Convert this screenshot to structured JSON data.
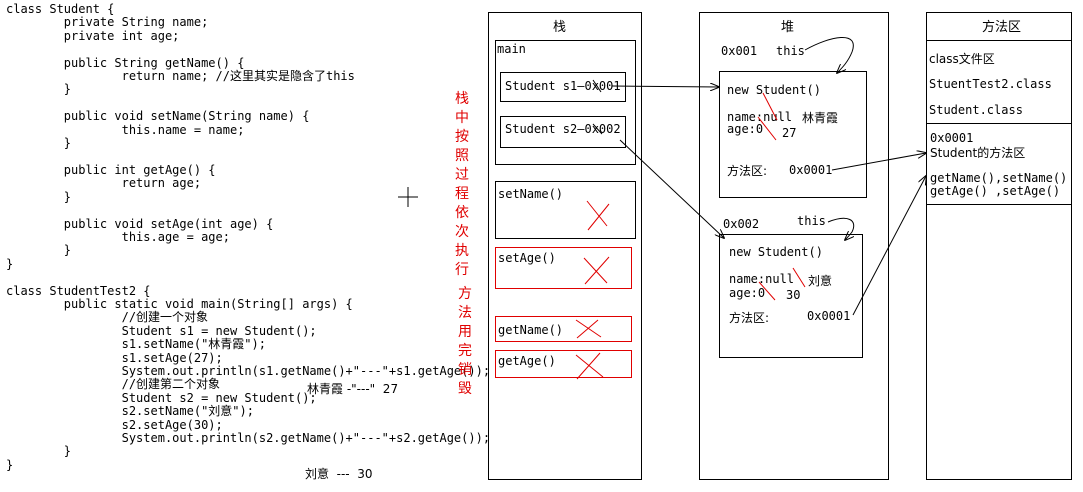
{
  "code_lines": [
    "class Student {",
    "\tprivate String name;",
    "\tprivate int age;",
    "",
    "\tpublic String getName() {",
    "\t\treturn name; //这里其实是隐含了this",
    "\t}",
    "",
    "\tpublic void setName(String name) {",
    "\t\tthis.name = name;",
    "\t}",
    "",
    "\tpublic int getAge() {",
    "\t\treturn age;",
    "\t}",
    "",
    "\tpublic void setAge(int age) {",
    "\t\tthis.age = age;",
    "\t}",
    "}",
    "",
    "class StudentTest2 {",
    "\tpublic static void main(String[] args) {",
    "\t\t//创建一个对象",
    "\t\tStudent s1 = new Student();",
    "\t\ts1.setName(\"林青霞\");",
    "\t\ts1.setAge(27);",
    "\t\tSystem.out.println(s1.getName()+\"---\"+s1.getAge());",
    "\t\t//创建第二个对象",
    "\t\tStudent s2 = new Student();",
    "\t\ts2.setName(\"刘意\");",
    "\t\ts2.setAge(30);",
    "\t\tSystem.out.println(s2.getName()+\"---\"+s2.getAge());",
    "\t}",
    "}"
  ],
  "output_notes": {
    "first": "林青霞 -\"---\"  27",
    "second": "刘意  ---  30"
  },
  "stack": {
    "title": "栈",
    "main_label": "main",
    "s1": "Student s1—0x001",
    "s2": "Student s2—0x002",
    "set_name": "setName()",
    "set_age": "setAge()",
    "get_name": "getName()",
    "get_age": "getAge()",
    "note_order": "栈中按照过程依次执行",
    "note_destroy": "方法用完销毁"
  },
  "heap": {
    "title": "堆",
    "obj1": {
      "addr": "0x001",
      "this": "this",
      "new": "new Student()",
      "name": "name:null",
      "name_value": "林青霞",
      "age": "age:0",
      "age_value": "27",
      "method_area": "方法区:",
      "method_addr": "0x0001"
    },
    "obj2": {
      "addr": "0x002",
      "this": "this",
      "new": "new Student()",
      "name": "name:null",
      "name_value": "刘意",
      "age": "age:0",
      "age_value": "30",
      "method_area": "方法区:",
      "method_addr": "0x0001"
    }
  },
  "method_area": {
    "title": "方法区",
    "class_files_label": "class文件区",
    "class1": "StuentTest2.class",
    "class2": "Student.class",
    "addr": "0x0001",
    "methods_label": "Student的方法区",
    "methods_line1": "getName(),setName()",
    "methods_line2": "getAge() ,setAge()"
  },
  "colors": {
    "line": "#000000",
    "strike": "#e00000",
    "note": "#e00000"
  }
}
